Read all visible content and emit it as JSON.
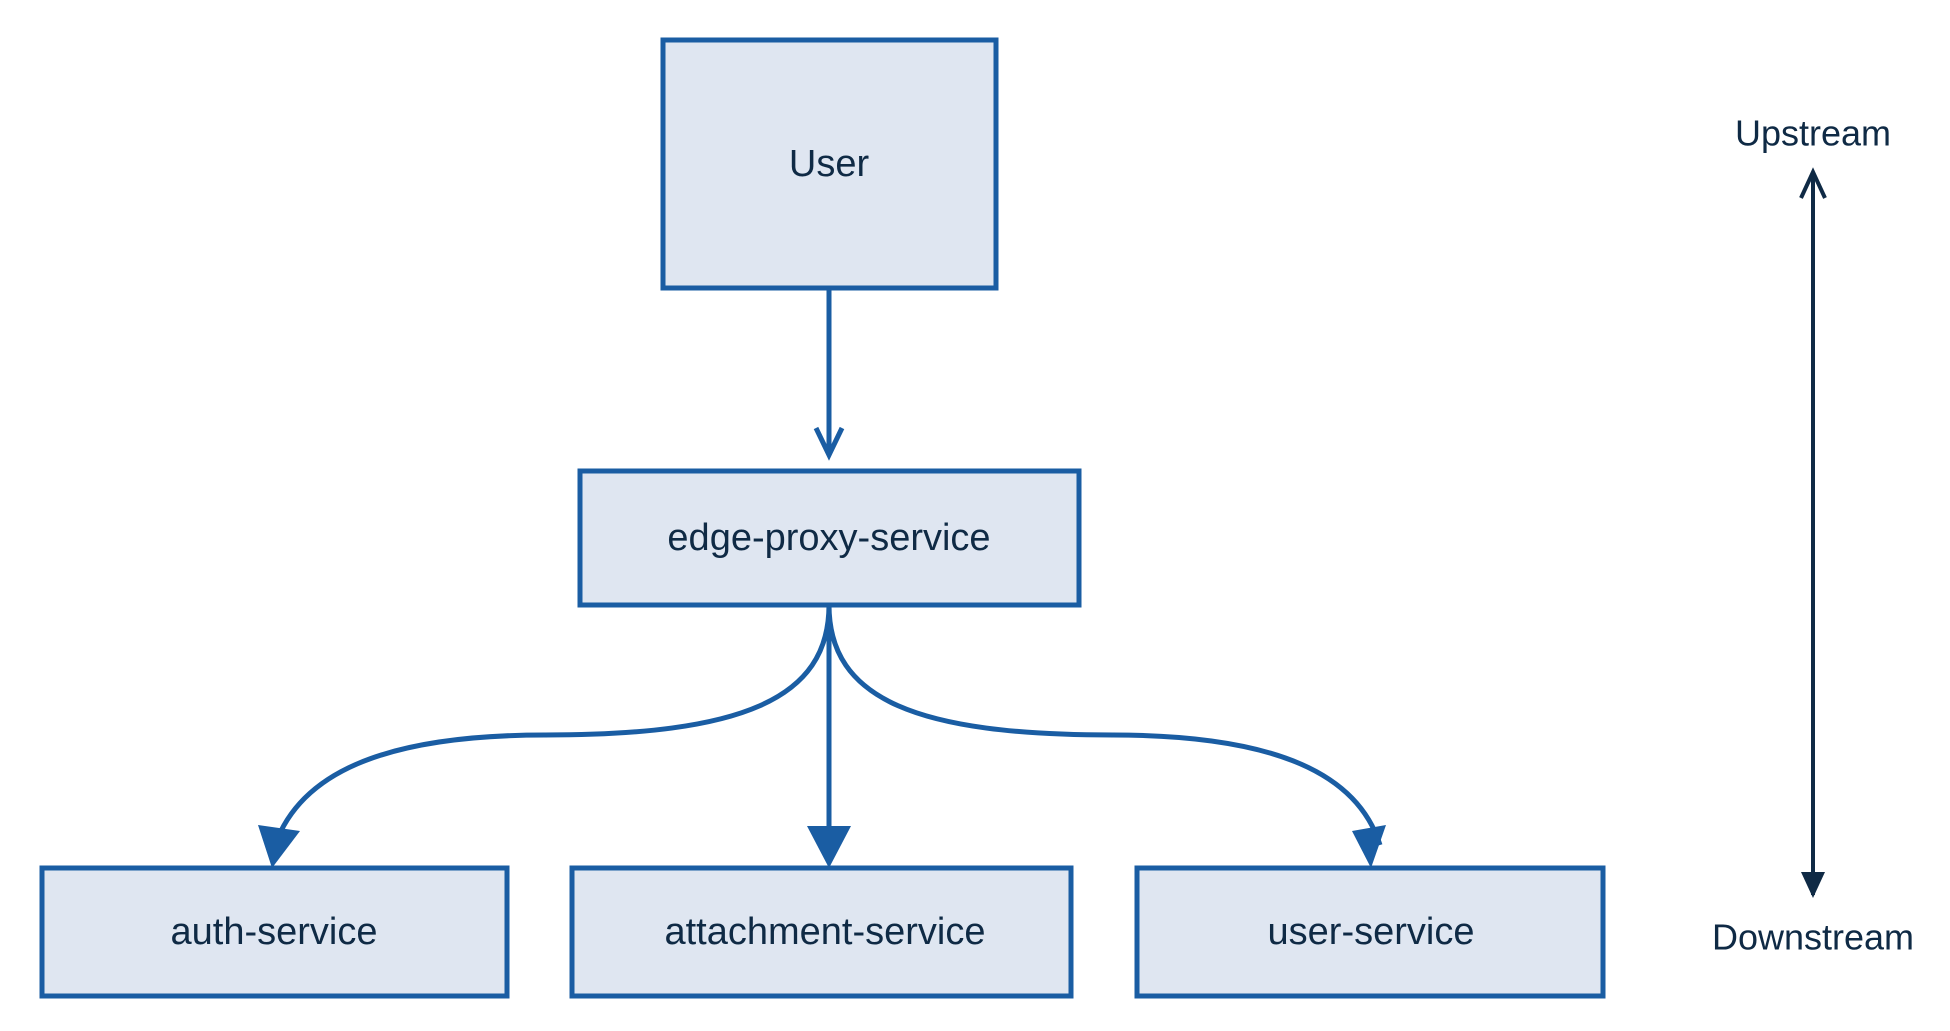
{
  "nodes": {
    "user": {
      "label": "User"
    },
    "edge_proxy": {
      "label": "edge-proxy-service"
    },
    "auth": {
      "label": "auth-service"
    },
    "attachment": {
      "label": "attachment-service"
    },
    "user_service": {
      "label": "user-service"
    }
  },
  "edges": [
    {
      "from": "User",
      "to": "edge-proxy-service"
    },
    {
      "from": "edge-proxy-service",
      "to": "auth-service"
    },
    {
      "from": "edge-proxy-service",
      "to": "attachment-service"
    },
    {
      "from": "edge-proxy-service",
      "to": "user-service"
    }
  ],
  "legend": {
    "upstream": "Upstream",
    "downstream": "Downstream"
  },
  "colors": {
    "node_fill": "#dfe6f1",
    "node_stroke": "#1a5da3",
    "edge": "#1a5da3",
    "legend": "#0f2a45"
  }
}
